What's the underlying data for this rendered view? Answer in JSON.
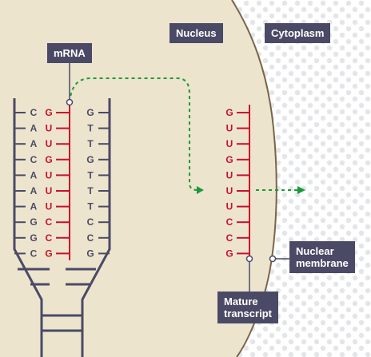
{
  "labels": {
    "nucleus": "Nucleus",
    "cytoplasm": "Cytoplasm",
    "mrna": "mRNA",
    "nuclear_membrane_line1": "Nuclear",
    "nuclear_membrane_line2": "membrane",
    "mature_transcript_line1": "Mature",
    "mature_transcript_line2": "transcript"
  },
  "dna_template_bases": [
    "C",
    "A",
    "A",
    "C",
    "A",
    "A",
    "A",
    "G",
    "G",
    "C"
  ],
  "mrna_bases": [
    "G",
    "U",
    "U",
    "G",
    "U",
    "U",
    "U",
    "C",
    "C",
    "G"
  ],
  "dna_coding_bases": [
    "G",
    "T",
    "T",
    "G",
    "T",
    "T",
    "T",
    "C",
    "C",
    "G"
  ],
  "mature_transcript_bases": [
    "G",
    "U",
    "U",
    "G",
    "U",
    "U",
    "U",
    "C",
    "C",
    "G"
  ],
  "colors": {
    "nucleus_fill": "#ede4ce",
    "cytoplasm_dots": "#e3e5e8",
    "membrane": "#7a6548",
    "dna_strand": "#4a4a66",
    "rna": "#c8102e",
    "arrow": "#1a9a3a",
    "label_bg": "#4a4a66"
  }
}
